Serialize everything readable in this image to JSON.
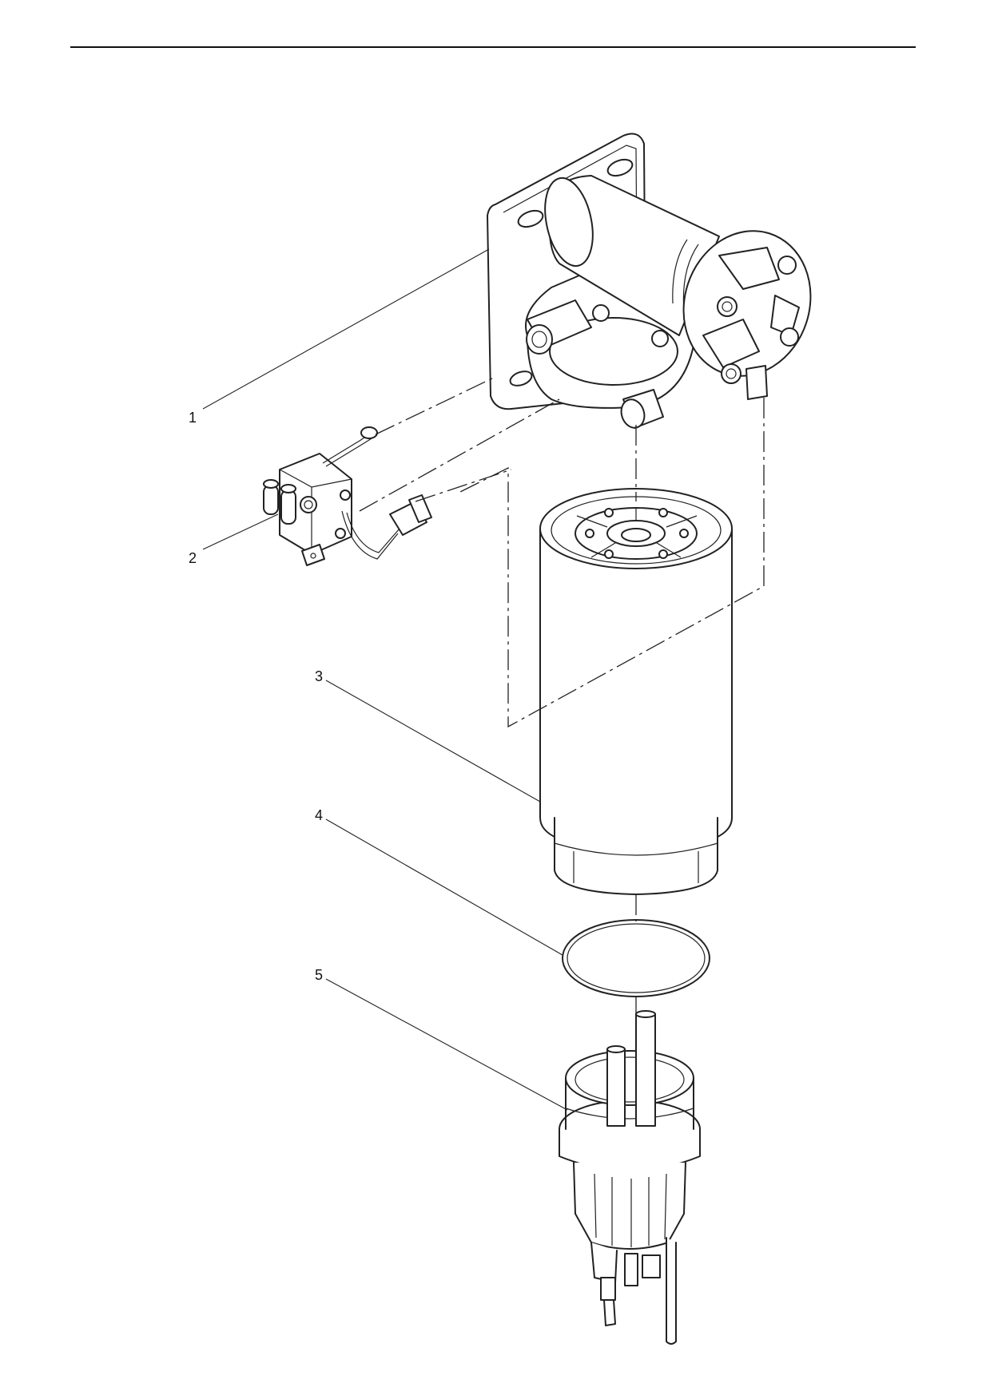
{
  "callouts": [
    {
      "id": "1",
      "label": "1",
      "part": "filter-head"
    },
    {
      "id": "2",
      "label": "2",
      "part": "heater-sensor-block"
    },
    {
      "id": "3",
      "label": "3",
      "part": "filter-cartridge"
    },
    {
      "id": "4",
      "label": "4",
      "part": "o-ring-seal"
    },
    {
      "id": "5",
      "label": "5",
      "part": "water-bowl-sensor"
    }
  ]
}
